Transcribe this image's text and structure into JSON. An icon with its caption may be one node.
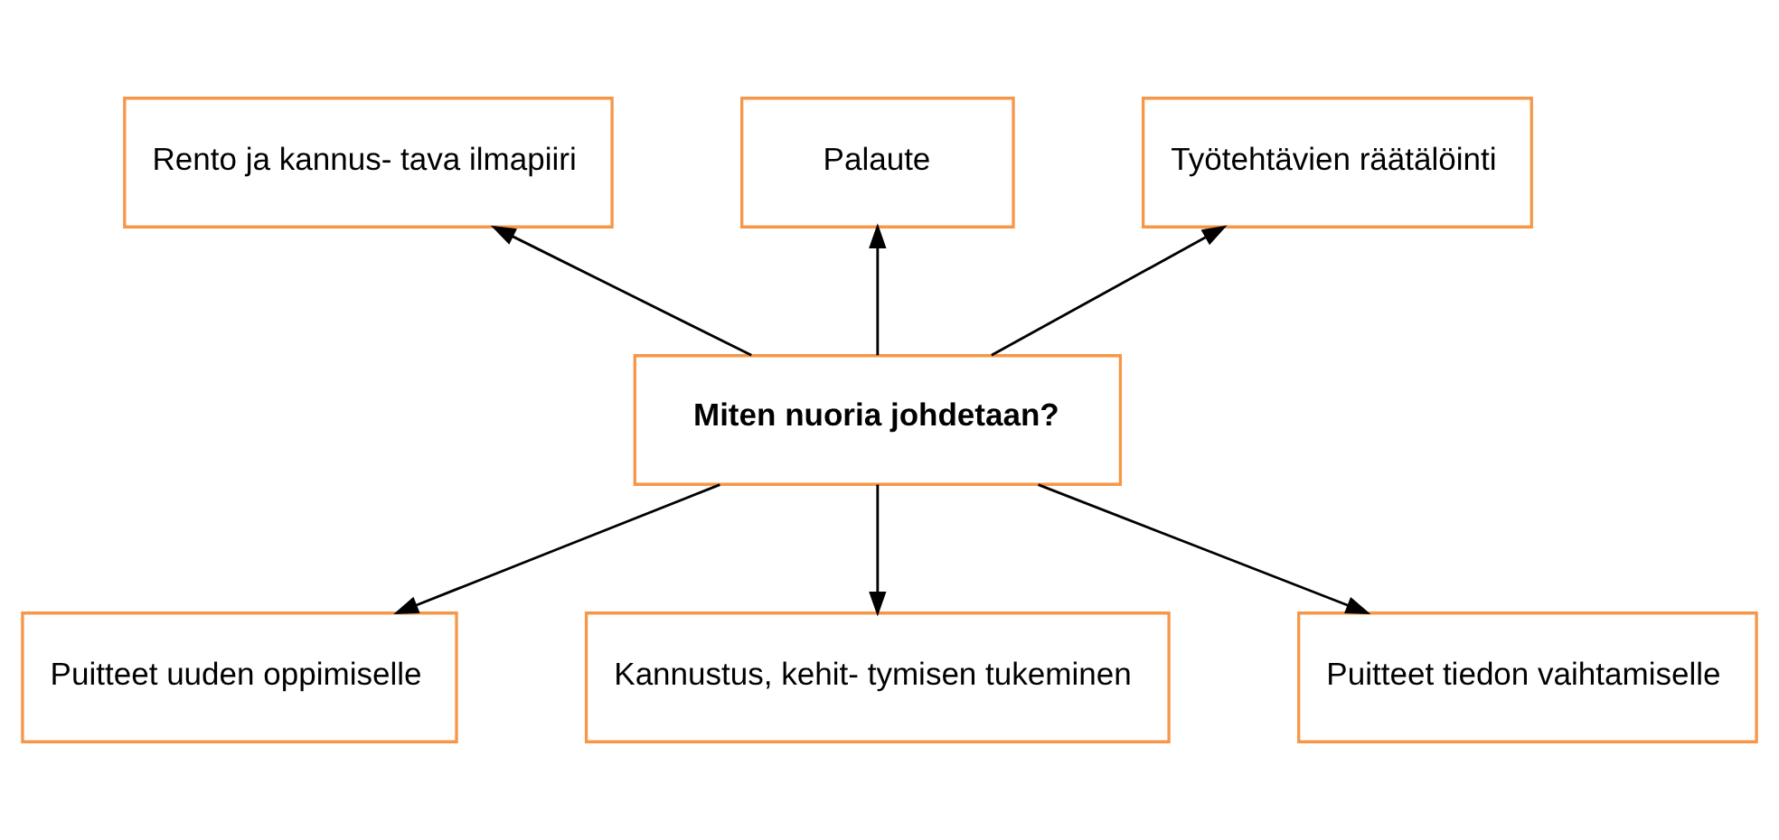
{
  "diagram": {
    "nodes": [
      {
        "text": [
          "Miten nuoria johdetaan?"
        ]
      },
      {
        "text": [
          "Palaute"
        ]
      },
      {
        "text": [
          "Rento ja kannus- tava ilmapiiri"
        ]
      },
      {
        "text": [
          "Työtehtävien räätälöinti"
        ]
      },
      {
        "text": [
          "Puitteet uuden oppimiselle"
        ]
      },
      {
        "text": [
          "Kannustus, kehit- tymisen tukeminen"
        ]
      },
      {
        "text": [
          "Puitteet tiedon vaihtamiselle"
        ]
      }
    ],
    "edges": [
      {
        "from": 0,
        "to": 1,
        "arrow": "to"
      },
      {
        "from": 0,
        "to": 2,
        "arrow": "to"
      },
      {
        "from": 0,
        "to": 3,
        "arrow": "to"
      },
      {
        "from": 0,
        "to": 4,
        "arrow": "to"
      },
      {
        "from": 0,
        "to": 5,
        "arrow": "to"
      },
      {
        "from": 0,
        "to": 6,
        "arrow": "to"
      }
    ]
  }
}
